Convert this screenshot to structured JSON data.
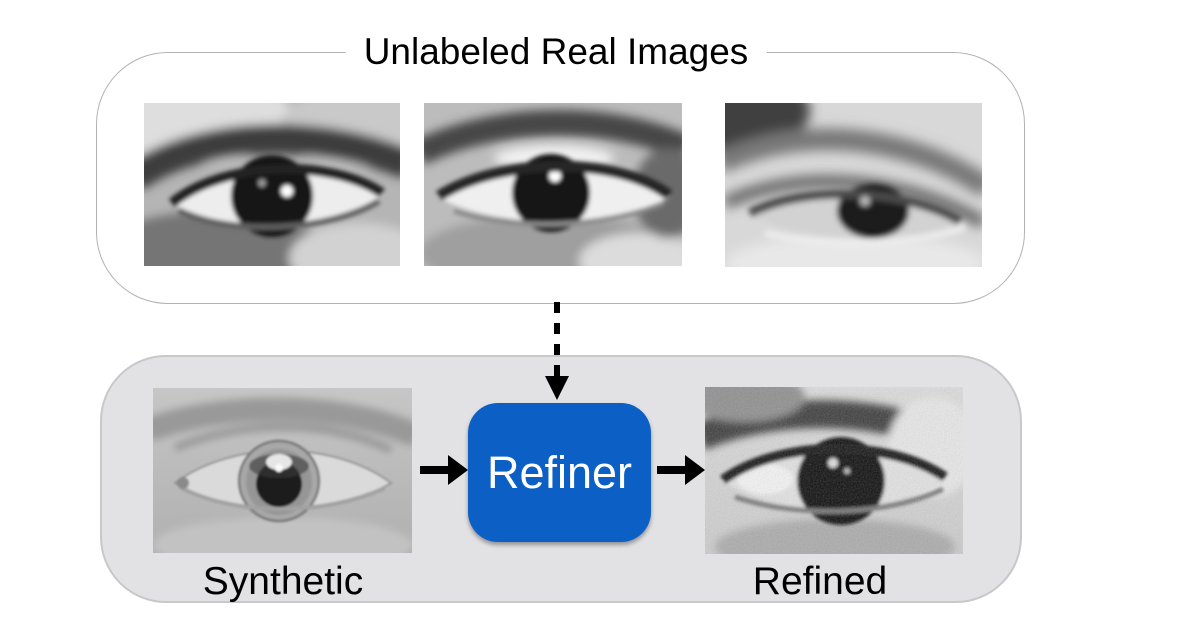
{
  "figure": {
    "title": "Unlabeled Real Images",
    "refiner": {
      "label": "Refiner"
    },
    "labels": {
      "synthetic": "Synthetic",
      "refined": "Refined"
    },
    "images": {
      "real": [
        {
          "name": "real-eye-image-1"
        },
        {
          "name": "real-eye-image-2"
        },
        {
          "name": "real-eye-image-3"
        }
      ],
      "synthetic": {
        "name": "synthetic-eye-image"
      },
      "refined": {
        "name": "refined-eye-image"
      }
    },
    "colors": {
      "refiner_blue": "#0b5fc5",
      "refiner_text": "#ffffff",
      "bottom_panel_fill": "#e2e2e4",
      "bottom_panel_border": "#c8c8ca",
      "top_panel_border": "#b2b2b2",
      "arrow": "#000000",
      "label_text": "#000000",
      "background": "#ffffff"
    }
  }
}
